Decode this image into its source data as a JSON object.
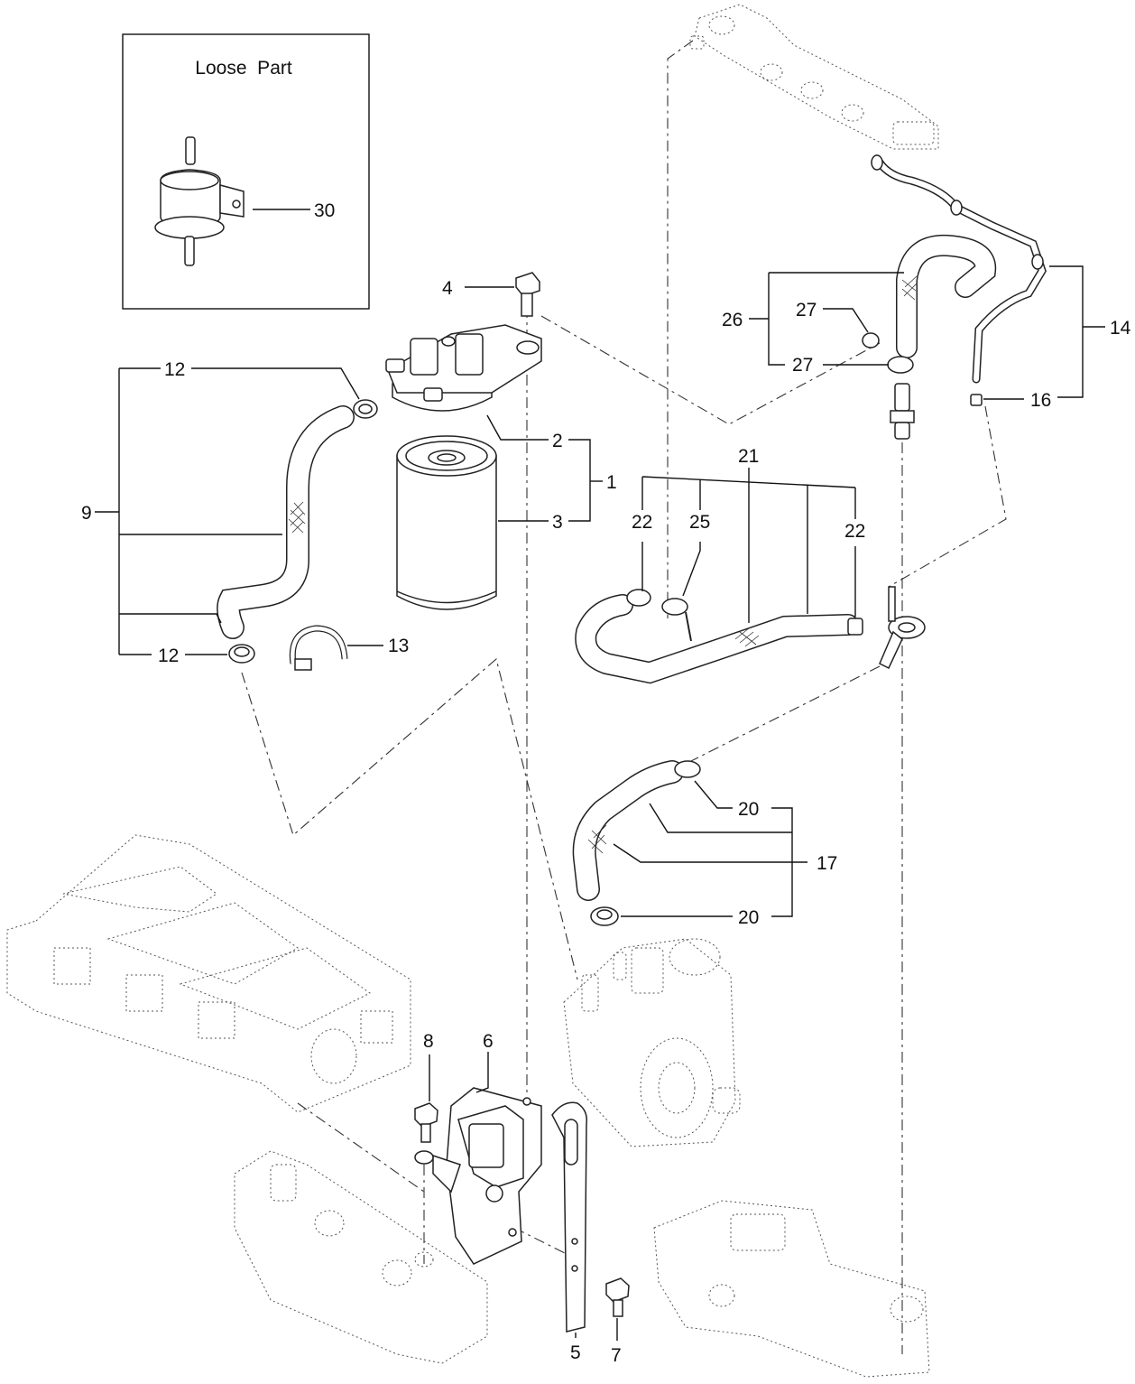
{
  "loose_part_box": {
    "title": "Loose  Part",
    "callout": "30"
  },
  "callouts": {
    "c1": "1",
    "c2": "2",
    "c3": "3",
    "c4": "4",
    "c5": "5",
    "c6": "6",
    "c7": "7",
    "c8": "8",
    "c9": "9",
    "c12a": "12",
    "c12b": "12",
    "c13": "13",
    "c14": "14",
    "c16": "16",
    "c17": "17",
    "c20a": "20",
    "c20b": "20",
    "c21": "21",
    "c22a": "22",
    "c22b": "22",
    "c25": "25",
    "c26": "26",
    "c27a": "27",
    "c27b": "27"
  }
}
